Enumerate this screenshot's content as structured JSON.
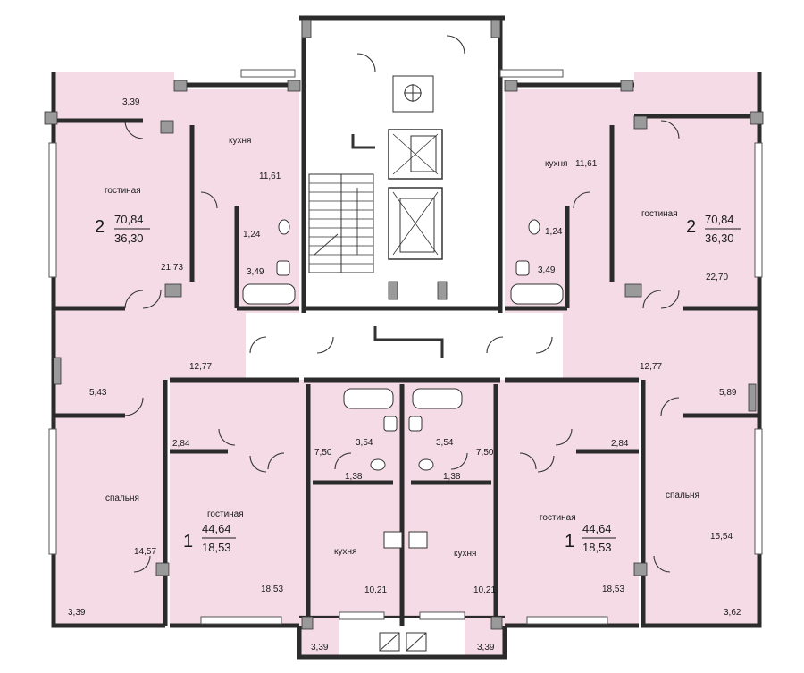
{
  "labels": {
    "kitchen": "кухня",
    "living": "гостиная",
    "bedroom": "спальня"
  },
  "apartments": {
    "top_left": {
      "rooms": "2",
      "total": "70,84",
      "living": "36,30",
      "kitchen": "11,61",
      "living_room": "21,73",
      "bedroom": "14,57",
      "hall": "12,77",
      "corridor": "5,43",
      "wc": "1,24",
      "bath": "3,49",
      "balcony_top": "3,39",
      "balcony_bottom": "3,39"
    },
    "top_right": {
      "rooms": "2",
      "total": "70,84",
      "living": "36,30",
      "kitchen": "11,61",
      "living_room": "22,70",
      "bedroom": "15,54",
      "hall": "12,77",
      "corridor": "5,89",
      "wc": "1,24",
      "bath": "3,49",
      "balcony_bottom": "3,62"
    },
    "bottom_left": {
      "rooms": "1",
      "total": "44,64",
      "living": "18,53",
      "living_room": "18,53",
      "kitchen": "10,21",
      "hall": "7,50",
      "closet": "2,84",
      "bath": "3,54",
      "wc": "1,38",
      "balcony": "3,39"
    },
    "bottom_right": {
      "rooms": "1",
      "total": "44,64",
      "living": "18,53",
      "living_room": "18,53",
      "kitchen": "10,21",
      "hall": "7,50",
      "closet": "2,84",
      "bath": "3,54",
      "wc": "1,38",
      "balcony": "3,39"
    }
  },
  "colors": {
    "apartment_fill": "#f4dbe6",
    "wall": "#2b2b2b",
    "common_area": "#ffffff"
  }
}
